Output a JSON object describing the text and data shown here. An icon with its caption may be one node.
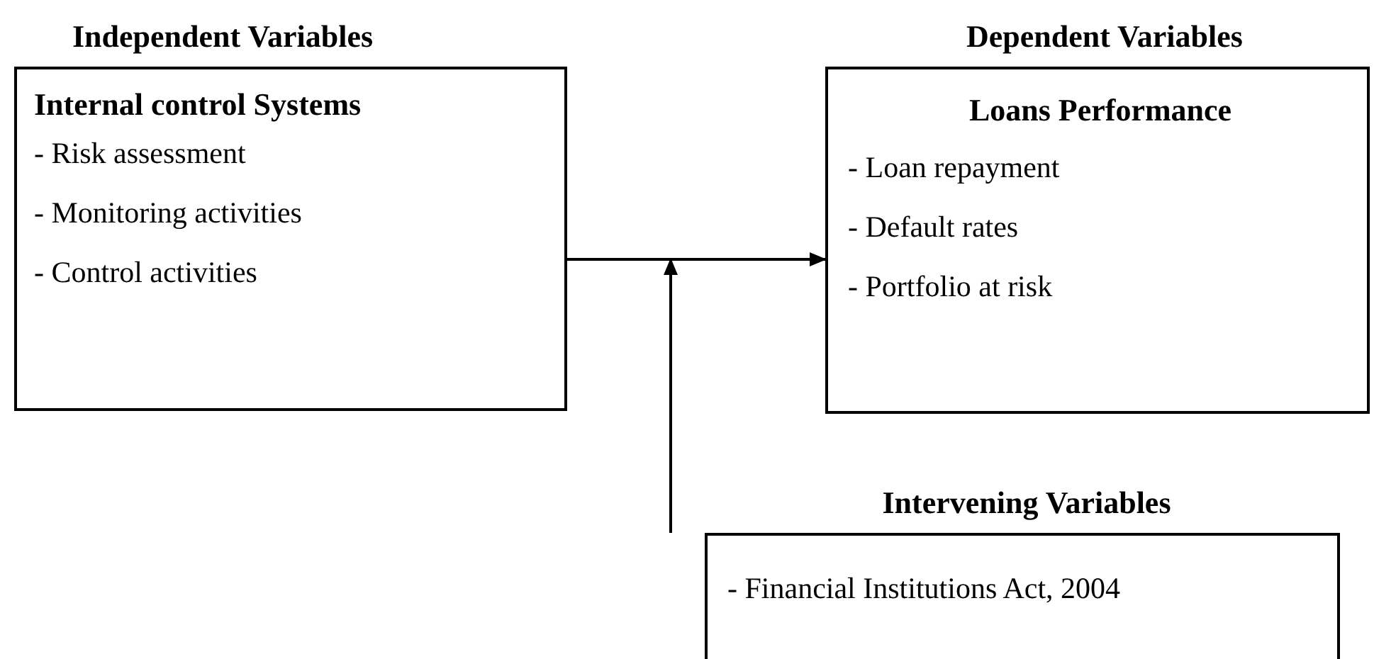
{
  "diagram": {
    "nodes": [
      {
        "text": [
          "Independent Variables",
          "Internal control Systems",
          "- Risk assessment",
          "- Monitoring activities",
          "- Control activities"
        ]
      },
      {
        "text": [
          "Dependent Variables",
          "Loans Performance",
          "- Loan repayment",
          "- Default rates",
          "- Portfolio at risk"
        ]
      },
      {
        "text": [
          "Intervening Variables",
          "- Financial Institutions Act, 2004"
        ]
      }
    ],
    "edges": [
      {
        "from": 0,
        "to": 1,
        "arrow": "to"
      },
      {
        "from": 2,
        "to": null,
        "arrow": "to"
      }
    ]
  }
}
